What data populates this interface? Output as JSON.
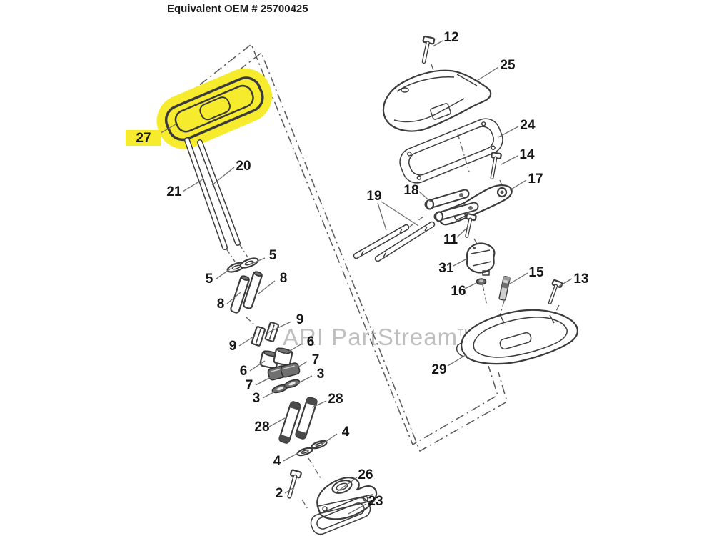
{
  "header": {
    "oem_label": "Equivalent OEM # 25700425"
  },
  "watermark": {
    "brand": "ARI PartStream",
    "tm": "TM"
  },
  "colors": {
    "highlight": "#f6ec2d",
    "diagram_line": "#3c3c3c",
    "watermark": "#bfbfbf"
  },
  "selection": {
    "highlighted_callout": "27"
  },
  "callouts": {
    "p27": "27",
    "p20": "20",
    "p21": "21",
    "p5_top": "5",
    "p5_left": "5",
    "p8_right": "8",
    "p8_left": "8",
    "p9_right": "9",
    "p9_left": "9",
    "p6_right": "6",
    "p6_left": "6",
    "p7_right": "7",
    "p7_left": "7",
    "p3_right": "3",
    "p3_left": "3",
    "p28_right": "28",
    "p28_left": "28",
    "p4_right": "4",
    "p4_left": "4",
    "p2": "2",
    "p26": "26",
    "p23": "23",
    "p12": "12",
    "p25": "25",
    "p24": "24",
    "p14": "14",
    "p17": "17",
    "p18": "18",
    "p19": "19",
    "p11": "11",
    "p31": "31",
    "p16": "16",
    "p15": "15",
    "p13": "13",
    "p29": "29"
  }
}
